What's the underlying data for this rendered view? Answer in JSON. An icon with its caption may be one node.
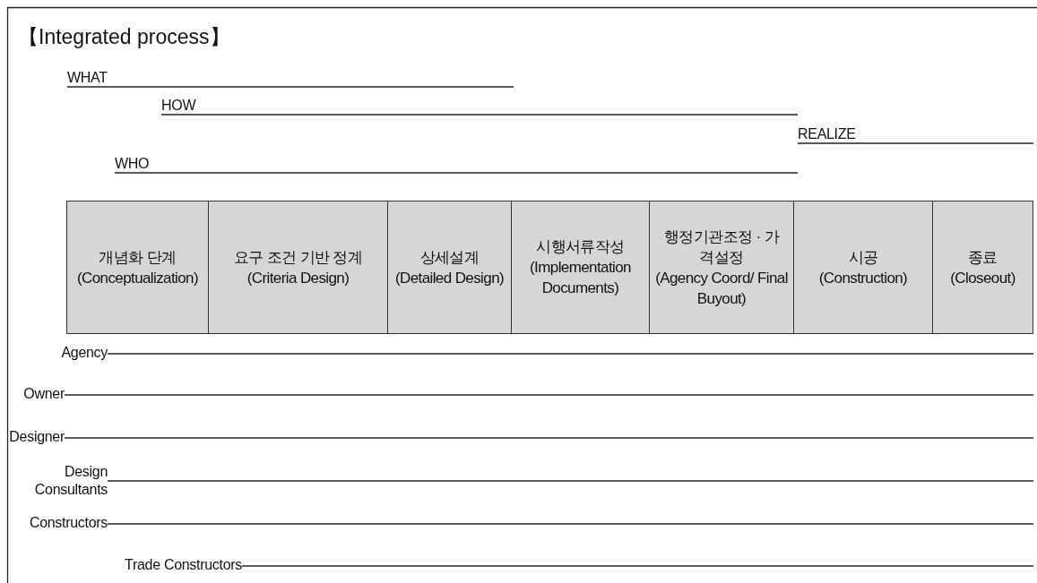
{
  "diagram": {
    "title": "【Integrated process】",
    "nodes": [
      {
        "text": [
          "개념화 단계",
          "(Conceptualization)"
        ]
      },
      {
        "text": [
          "요구 조건 기반 정계",
          "(Criteria Design)"
        ]
      },
      {
        "text": [
          "상세설계",
          "(Detailed Design)"
        ]
      },
      {
        "text": [
          "시행서류작성",
          "(Implementation Documents)"
        ]
      },
      {
        "text": [
          "행정기관조정 · 가격설정",
          "(Agency Coord/ Final Buyout)"
        ]
      },
      {
        "text": [
          "시공",
          "(Construction)"
        ]
      },
      {
        "text": [
          "종료",
          "(Closeout)"
        ]
      }
    ],
    "labels": [
      "WHAT",
      "HOW",
      "REALIZE",
      "WHO",
      "Agency",
      "Owner",
      "Designer",
      "Design Consultants",
      "Constructors",
      "Trade Constructors"
    ]
  }
}
